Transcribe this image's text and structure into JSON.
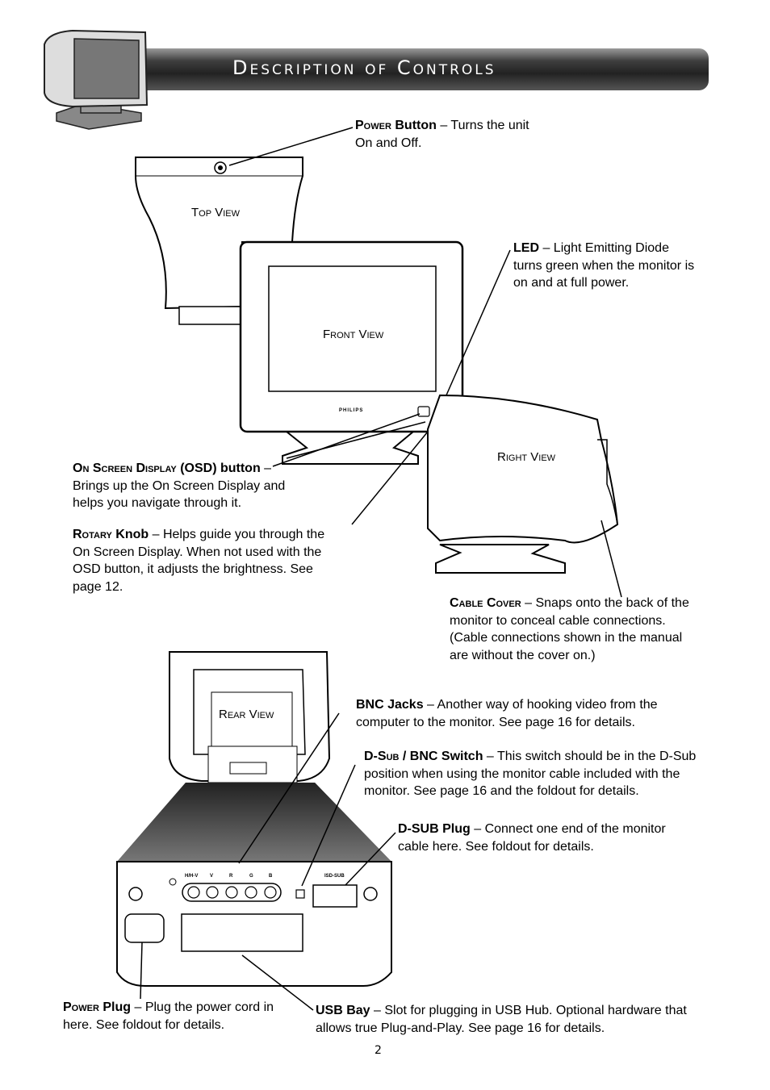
{
  "header": {
    "title": "Description of Controls"
  },
  "views": {
    "top": "Top View",
    "front": "Front View",
    "right": "Right View",
    "rear": "Rear View"
  },
  "brand": "PHILIPS",
  "panel_labels": [
    "H/H-V",
    "V",
    "R",
    "G",
    "B",
    "ISD-SUB"
  ],
  "callouts": {
    "power_button": {
      "term": "Power",
      "bold": "Button",
      "text": " – Turns the unit On and Off."
    },
    "led": {
      "bold": "LED",
      "text": " – Light Emitting Diode turns green when the monitor is on and at full power."
    },
    "osd": {
      "term": "On Screen Display",
      "bold": "(OSD) button",
      "text": " – Brings up the On Screen Display and helps you navigate through it."
    },
    "rotary": {
      "term": "Rotary",
      "bold": "Knob",
      "text": " – Helps guide you through the On Screen Display. When not used with the OSD button, it adjusts the brightness. See page 12."
    },
    "cable_cover": {
      "term": "Cable Cover",
      "text": " – Snaps onto the back of the monitor to conceal cable connections. (Cable connections shown in the manual are without the cover on.)"
    },
    "bnc": {
      "bold": "BNC Jacks",
      "text": " – Another way of hooking video from the computer to the monitor. See page 16 for details."
    },
    "dsub_switch": {
      "term1": "D-",
      "term_sc": "Sub",
      "bold": "/ BNC Switch",
      "text": " – This switch should be in the D-Sub position when using the monitor cable included with the monitor. See page 16 and the foldout for details."
    },
    "dsub_plug": {
      "bold": "D-SUB Plug",
      "text": " – Connect one end of the monitor cable here. See foldout for details."
    },
    "power_plug": {
      "term": "Power",
      "bold": "Plug",
      "text": " – Plug the power cord in here. See foldout for details."
    },
    "usb": {
      "bold": "USB Bay",
      "text": " – Slot for plugging in USB Hub. Optional hardware that allows true Plug-and-Play. See page 16 for details."
    }
  },
  "page_number": "2"
}
